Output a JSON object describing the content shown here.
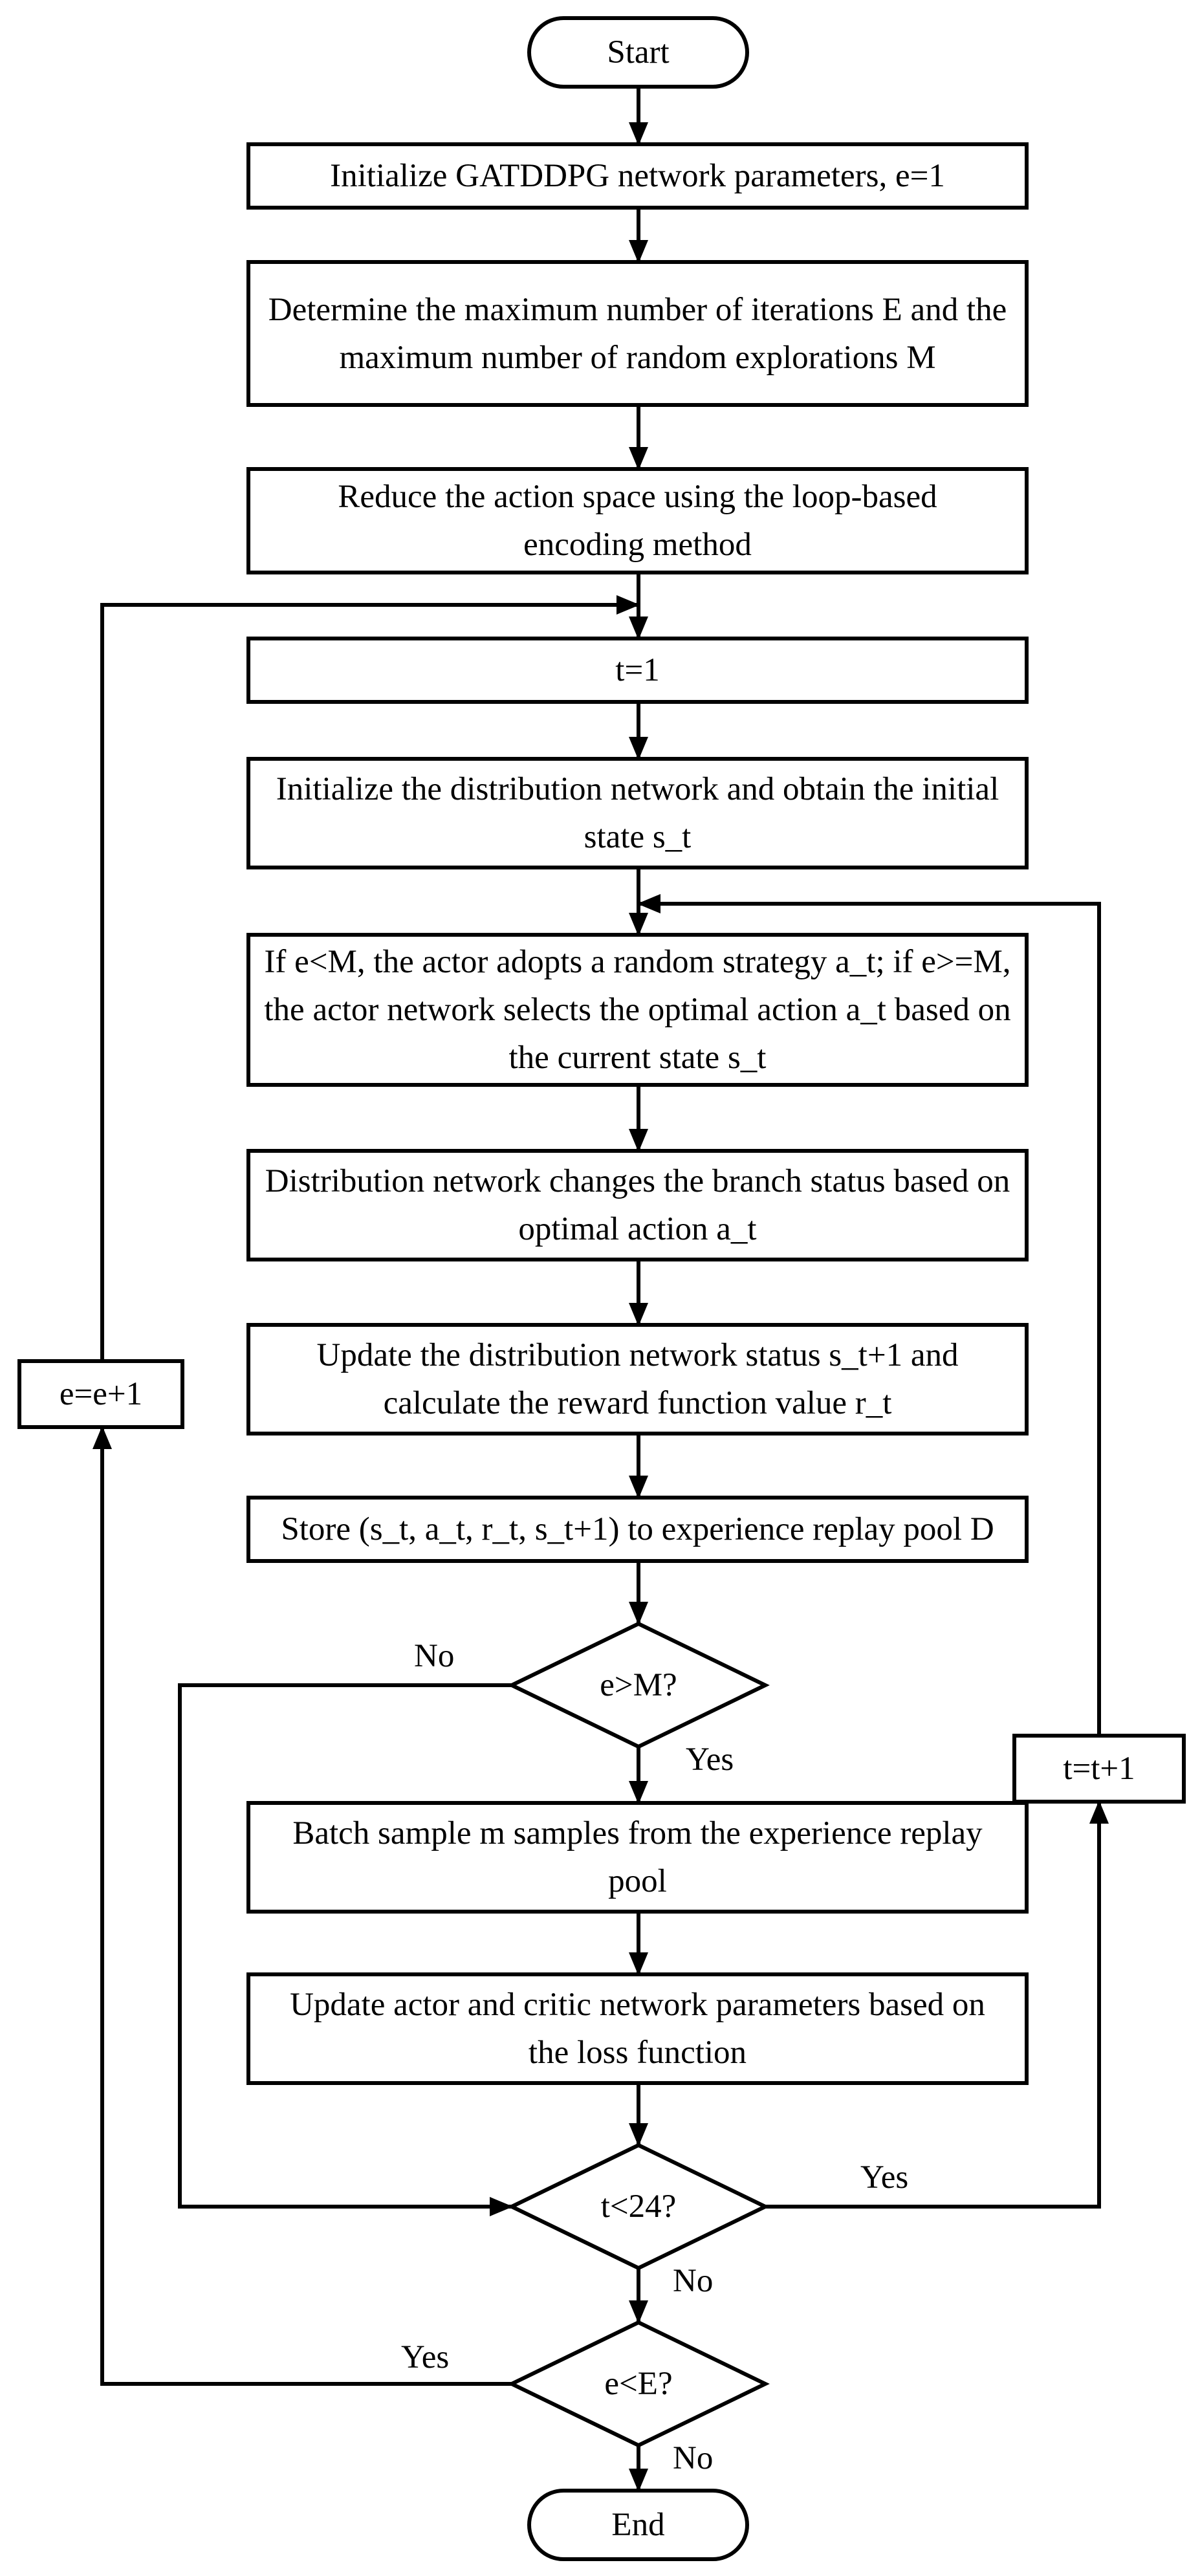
{
  "diagram": {
    "nodes": {
      "start": "Start",
      "init_params": "Initialize GATDDPG network parameters, e=1",
      "determine_max": "Determine the maximum number of iterations E and the maximum number of random explorations M",
      "reduce_action": "Reduce the action space using the loop-based encoding method",
      "t_init": "t=1",
      "init_network": "Initialize the distribution network and obtain the initial state s_t",
      "select_action": "If e<M, the actor adopts a random strategy a_t; if e>=M, the actor network selects the optimal action a_t based on the current state s_t",
      "change_branch": "Distribution network changes the branch status based on optimal action a_t",
      "update_status": "Update the distribution network status s_t+1 and calculate the reward function value r_t",
      "store": "Store (s_t, a_t, r_t, s_t+1) to experience replay pool D",
      "dec_e_gt_M": "e>M?",
      "batch_sample": "Batch sample m samples from the experience replay pool",
      "update_actor_critic": "Update actor and critic network parameters based on the loss function",
      "dec_t_lt_24": "t<24?",
      "dec_e_lt_E": "e<E?",
      "end": "End",
      "t_inc": "t=t+1",
      "e_inc": "e=e+1"
    },
    "edge_labels": {
      "e_gt_M_no": "No",
      "e_gt_M_yes": "Yes",
      "t_lt_24_yes": "Yes",
      "t_lt_24_no": "No",
      "e_lt_E_yes": "Yes",
      "e_lt_E_no": "No"
    }
  }
}
